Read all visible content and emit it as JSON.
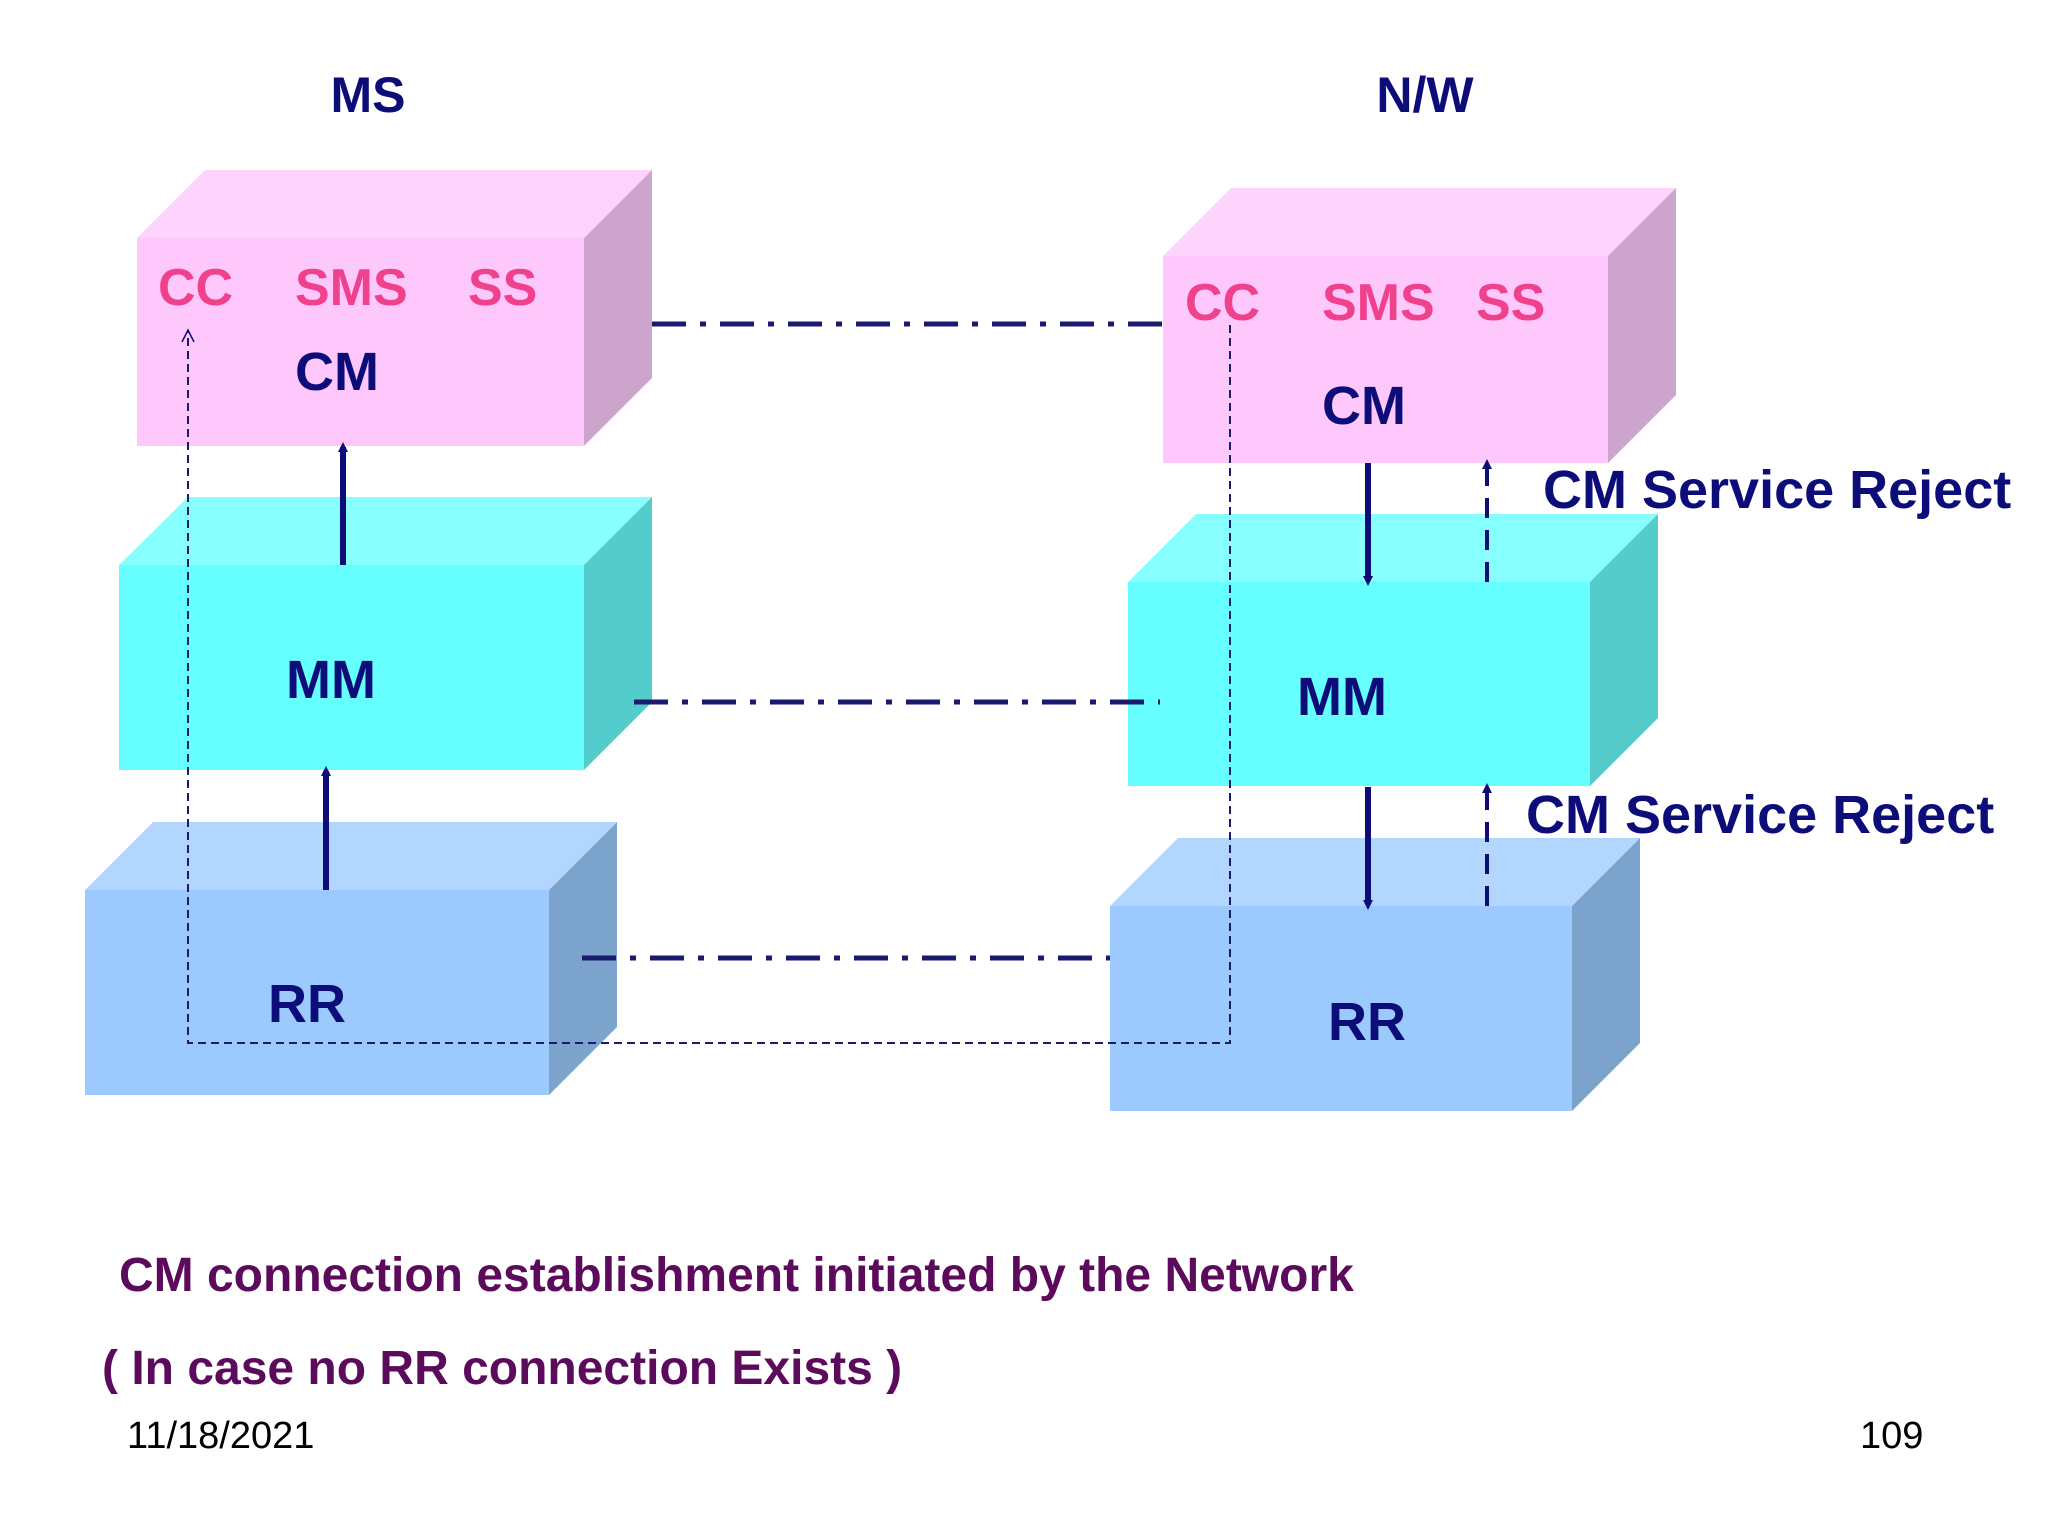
{
  "headers": {
    "left": "MS",
    "right": "N/W"
  },
  "ms_stack": {
    "cm_box": {
      "services": [
        "CC",
        "SMS",
        "SS"
      ],
      "layer_label": "CM"
    },
    "mm_box": {
      "layer_label": "MM"
    },
    "rr_box": {
      "layer_label": "RR"
    }
  },
  "nw_stack": {
    "cm_box": {
      "services": [
        "CC",
        "SMS",
        "SS"
      ],
      "layer_label": "CM"
    },
    "mm_box": {
      "layer_label": "MM"
    },
    "rr_box": {
      "layer_label": "RR"
    }
  },
  "messages": {
    "reject_cm_mm": "CM Service Reject",
    "reject_mm_rr": "CM Service Reject"
  },
  "caption": {
    "line1": "CM connection establishment initiated by the Network",
    "line2": "( In case no RR connection Exists )"
  },
  "footer": {
    "date": "11/18/2021",
    "page": "109"
  },
  "colors": {
    "cm_front": "#ffc8fc",
    "cm_top": "#ffd4fc",
    "cm_side": "#cca4cc",
    "mm_front": "#66ffff",
    "mm_top": "#88ffff",
    "mm_side": "#55cccc",
    "rr_front": "#9ccaff",
    "rr_top": "#b3d6ff",
    "rr_side": "#7ba3cc",
    "navy_text": "#0d0d7a",
    "service_text": "#f0428c",
    "caption_text": "#5c0a5c"
  }
}
